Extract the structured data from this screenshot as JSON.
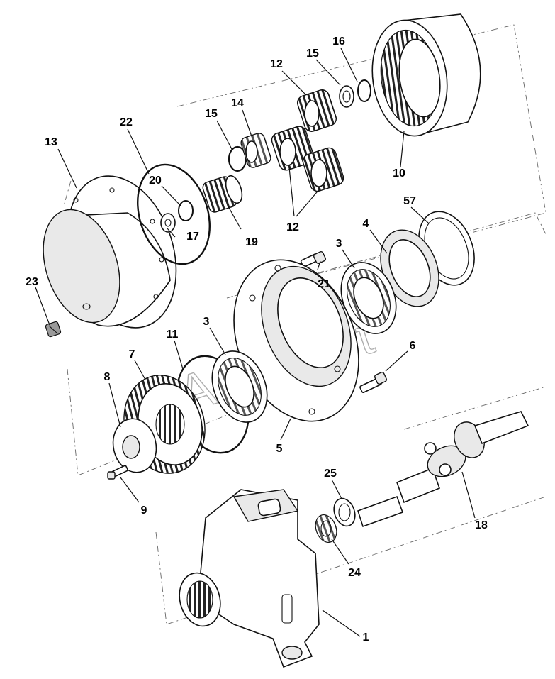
{
  "watermark": "AutoSoft",
  "callouts": [
    {
      "id": "c13",
      "text": "13"
    },
    {
      "id": "c22",
      "text": "22"
    },
    {
      "id": "c20",
      "text": "20"
    },
    {
      "id": "c17",
      "text": "17"
    },
    {
      "id": "c19",
      "text": "19"
    },
    {
      "id": "c15a",
      "text": "15"
    },
    {
      "id": "c14",
      "text": "14"
    },
    {
      "id": "c12a",
      "text": "12"
    },
    {
      "id": "c15b",
      "text": "15"
    },
    {
      "id": "c16",
      "text": "16"
    },
    {
      "id": "c10",
      "text": "10"
    },
    {
      "id": "c12b",
      "text": "12"
    },
    {
      "id": "c57",
      "text": "57"
    },
    {
      "id": "c4",
      "text": "4"
    },
    {
      "id": "c3a",
      "text": "3"
    },
    {
      "id": "c21",
      "text": "21"
    },
    {
      "id": "c23",
      "text": "23"
    },
    {
      "id": "c11",
      "text": "11"
    },
    {
      "id": "c3b",
      "text": "3"
    },
    {
      "id": "c7",
      "text": "7"
    },
    {
      "id": "c8",
      "text": "8"
    },
    {
      "id": "c6",
      "text": "6"
    },
    {
      "id": "c5",
      "text": "5"
    },
    {
      "id": "c9",
      "text": "9"
    },
    {
      "id": "c25",
      "text": "25"
    },
    {
      "id": "c18",
      "text": "18"
    },
    {
      "id": "c24",
      "text": "24"
    },
    {
      "id": "c1",
      "text": "1"
    }
  ]
}
